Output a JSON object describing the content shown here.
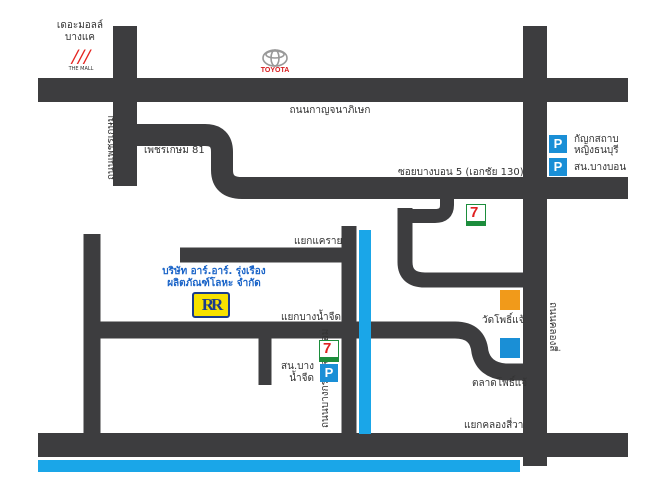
{
  "roads": {
    "main_top": "ถนนกาญจนาภิเษก",
    "left_vertical": "ถนนเพชรเกษม",
    "right_vertical": "ถนนคลองสี่",
    "lower_vertical": "ถนนบางกรวย-จงถนอม",
    "soi_petchkasem": "เพชรเกษม 81",
    "soi_bangbon": "ซอยบางบอน 5 (เอกชัย 130)"
  },
  "junctions": {
    "kae_krai": "แยกแคราย",
    "bang_nam_chuet": "แยกบางน้ำจืด",
    "khlong_si_wa": "แยกคลองสี่วา"
  },
  "landmarks": {
    "the_mall_thai": [
      "เดอะมอลล์",
      "บางแค"
    ],
    "the_mall_logo": "THE MALL",
    "toyota": "TOYOTA",
    "kanchanaphisek_school": [
      "กัญกสถาบ",
      "หญิงธนบุรี"
    ],
    "bangbon_district": "สน.บางบอน",
    "wat_pho_chae": "วัดโพธิ์แจ้",
    "pho_chae_market": "ตลาดโพธิ์แจ้",
    "police_bang_nam_chuet": [
      "สน.บาง",
      "น้ำจืด"
    ],
    "company": [
      "บริษัท อาร์.อาร์. รุ่งเรือง",
      "ผลิตภัณฑ์โลหะ จำกัด"
    ],
    "company_logo": "RR",
    "seven_eleven_icon": "seven-eleven-icon",
    "parking_symbol": "P"
  },
  "colors": {
    "road": "#3d3d3f",
    "canal": "#1aa6e8",
    "parking": "#1a8fd6"
  }
}
